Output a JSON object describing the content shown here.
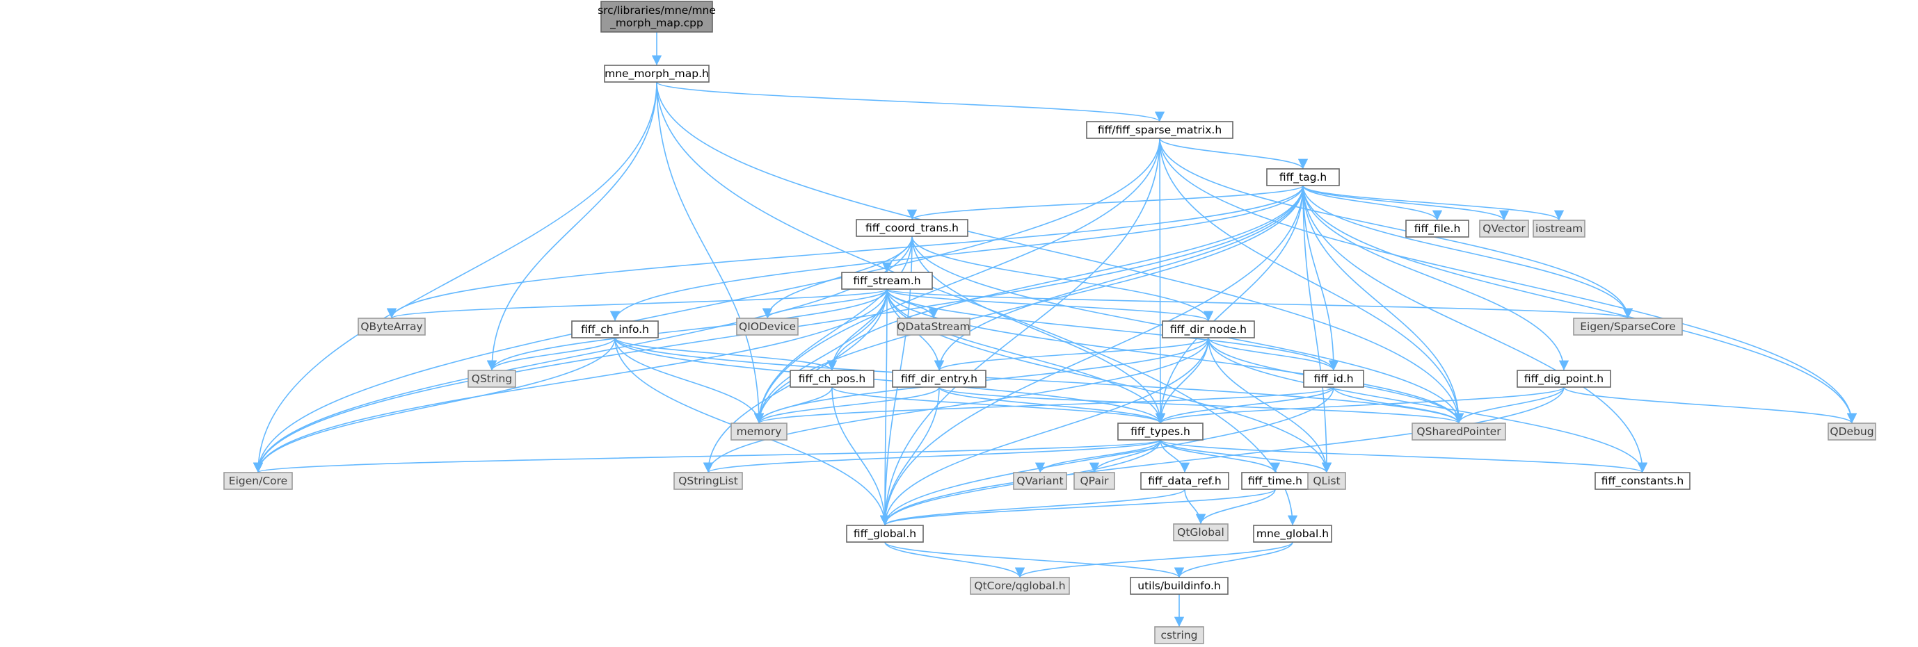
{
  "diagram": {
    "type": "include-dependency-graph",
    "nodes": [
      {
        "id": "root",
        "label": [
          "src/libraries/mne/mne",
          "_morph_map.cpp"
        ],
        "kind": "root"
      },
      {
        "id": "mne_morph_map_h",
        "label": [
          "mne_morph_map.h"
        ],
        "kind": "file"
      },
      {
        "id": "fiff_sparse_matrix_h",
        "label": [
          "fiff/fiff_sparse_matrix.h"
        ],
        "kind": "file"
      },
      {
        "id": "fiff_tag_h",
        "label": [
          "fiff_tag.h"
        ],
        "kind": "file"
      },
      {
        "id": "fiff_coord_trans_h",
        "label": [
          "fiff_coord_trans.h"
        ],
        "kind": "file"
      },
      {
        "id": "fiff_file_h",
        "label": [
          "fiff_file.h"
        ],
        "kind": "file"
      },
      {
        "id": "QVector",
        "label": [
          "QVector"
        ],
        "kind": "ext"
      },
      {
        "id": "iostream",
        "label": [
          "iostream"
        ],
        "kind": "ext"
      },
      {
        "id": "fiff_stream_h",
        "label": [
          "fiff_stream.h"
        ],
        "kind": "file"
      },
      {
        "id": "QByteArray",
        "label": [
          "QByteArray"
        ],
        "kind": "ext"
      },
      {
        "id": "QIODevice",
        "label": [
          "QIODevice"
        ],
        "kind": "ext"
      },
      {
        "id": "QDataStream",
        "label": [
          "QDataStream"
        ],
        "kind": "ext"
      },
      {
        "id": "Eigen_SparseCore",
        "label": [
          "Eigen/SparseCore"
        ],
        "kind": "ext"
      },
      {
        "id": "fiff_ch_info_h",
        "label": [
          "fiff_ch_info.h"
        ],
        "kind": "file"
      },
      {
        "id": "fiff_dir_node_h",
        "label": [
          "fiff_dir_node.h"
        ],
        "kind": "file"
      },
      {
        "id": "QString",
        "label": [
          "QString"
        ],
        "kind": "ext"
      },
      {
        "id": "fiff_ch_pos_h",
        "label": [
          "fiff_ch_pos.h"
        ],
        "kind": "file"
      },
      {
        "id": "fiff_dir_entry_h",
        "label": [
          "fiff_dir_entry.h"
        ],
        "kind": "file"
      },
      {
        "id": "fiff_id_h",
        "label": [
          "fiff_id.h"
        ],
        "kind": "file"
      },
      {
        "id": "fiff_dig_point_h",
        "label": [
          "fiff_dig_point.h"
        ],
        "kind": "file"
      },
      {
        "id": "memory",
        "label": [
          "memory"
        ],
        "kind": "ext"
      },
      {
        "id": "fiff_types_h",
        "label": [
          "fiff_types.h"
        ],
        "kind": "file"
      },
      {
        "id": "QSharedPointer",
        "label": [
          "QSharedPointer"
        ],
        "kind": "ext"
      },
      {
        "id": "QDebug",
        "label": [
          "QDebug"
        ],
        "kind": "ext"
      },
      {
        "id": "Eigen_Core",
        "label": [
          "Eigen/Core"
        ],
        "kind": "ext"
      },
      {
        "id": "QStringList",
        "label": [
          "QStringList"
        ],
        "kind": "ext"
      },
      {
        "id": "QVariant",
        "label": [
          "QVariant"
        ],
        "kind": "ext"
      },
      {
        "id": "QPair",
        "label": [
          "QPair"
        ],
        "kind": "ext"
      },
      {
        "id": "fiff_data_ref_h",
        "label": [
          "fiff_data_ref.h"
        ],
        "kind": "file"
      },
      {
        "id": "fiff_time_h",
        "label": [
          "fiff_time.h"
        ],
        "kind": "file"
      },
      {
        "id": "QList",
        "label": [
          "QList"
        ],
        "kind": "ext"
      },
      {
        "id": "fiff_constants_h",
        "label": [
          "fiff_constants.h"
        ],
        "kind": "file"
      },
      {
        "id": "QtGlobal",
        "label": [
          "QtGlobal"
        ],
        "kind": "ext"
      },
      {
        "id": "fiff_global_h",
        "label": [
          "fiff_global.h"
        ],
        "kind": "file"
      },
      {
        "id": "mne_global_h",
        "label": [
          "mne_global.h"
        ],
        "kind": "file"
      },
      {
        "id": "QtCore_qglobal_h",
        "label": [
          "QtCore/qglobal.h"
        ],
        "kind": "ext"
      },
      {
        "id": "utils_buildinfo_h",
        "label": [
          "utils/buildinfo.h"
        ],
        "kind": "file"
      },
      {
        "id": "cstring",
        "label": [
          "cstring"
        ],
        "kind": "ext"
      }
    ],
    "edges": [
      [
        "root",
        "mne_morph_map_h"
      ],
      [
        "mne_morph_map_h",
        "fiff_sparse_matrix_h"
      ],
      [
        "mne_morph_map_h",
        "memory"
      ],
      [
        "mne_morph_map_h",
        "QString"
      ],
      [
        "mne_morph_map_h",
        "Eigen_Core"
      ],
      [
        "mne_morph_map_h",
        "QSharedPointer"
      ],
      [
        "mne_morph_map_h",
        "mne_global_h"
      ],
      [
        "fiff_sparse_matrix_h",
        "fiff_tag_h"
      ],
      [
        "fiff_sparse_matrix_h",
        "fiff_types_h"
      ],
      [
        "fiff_sparse_matrix_h",
        "fiff_global_h"
      ],
      [
        "fiff_sparse_matrix_h",
        "Eigen_SparseCore"
      ],
      [
        "fiff_sparse_matrix_h",
        "Eigen_Core"
      ],
      [
        "fiff_sparse_matrix_h",
        "QSharedPointer"
      ],
      [
        "fiff_sparse_matrix_h",
        "QDebug"
      ],
      [
        "fiff_sparse_matrix_h",
        "memory"
      ],
      [
        "fiff_tag_h",
        "fiff_coord_trans_h"
      ],
      [
        "fiff_tag_h",
        "fiff_file_h"
      ],
      [
        "fiff_tag_h",
        "QVector"
      ],
      [
        "fiff_tag_h",
        "iostream"
      ],
      [
        "fiff_tag_h",
        "Eigen_SparseCore"
      ],
      [
        "fiff_tag_h",
        "QByteArray"
      ],
      [
        "fiff_tag_h",
        "fiff_ch_info_h"
      ],
      [
        "fiff_tag_h",
        "fiff_ch_pos_h"
      ],
      [
        "fiff_tag_h",
        "fiff_dir_entry_h"
      ],
      [
        "fiff_tag_h",
        "fiff_id_h"
      ],
      [
        "fiff_tag_h",
        "fiff_dig_point_h"
      ],
      [
        "fiff_tag_h",
        "fiff_types_h"
      ],
      [
        "fiff_tag_h",
        "fiff_constants_h"
      ],
      [
        "fiff_tag_h",
        "QSharedPointer"
      ],
      [
        "fiff_tag_h",
        "QDebug"
      ],
      [
        "fiff_tag_h",
        "QList"
      ],
      [
        "fiff_tag_h",
        "memory"
      ],
      [
        "fiff_tag_h",
        "Eigen_Core"
      ],
      [
        "fiff_tag_h",
        "fiff_global_h"
      ],
      [
        "fiff_coord_trans_h",
        "fiff_stream_h"
      ],
      [
        "fiff_coord_trans_h",
        "QIODevice"
      ],
      [
        "fiff_coord_trans_h",
        "fiff_dir_node_h"
      ],
      [
        "fiff_coord_trans_h",
        "fiff_types_h"
      ],
      [
        "fiff_coord_trans_h",
        "QSharedPointer"
      ],
      [
        "fiff_coord_trans_h",
        "memory"
      ],
      [
        "fiff_coord_trans_h",
        "Eigen_Core"
      ],
      [
        "fiff_coord_trans_h",
        "fiff_global_h"
      ],
      [
        "fiff_stream_h",
        "QByteArray"
      ],
      [
        "fiff_stream_h",
        "QIODevice"
      ],
      [
        "fiff_stream_h",
        "QDataStream"
      ],
      [
        "fiff_stream_h",
        "Eigen_SparseCore"
      ],
      [
        "fiff_stream_h",
        "fiff_dir_node_h"
      ],
      [
        "fiff_stream_h",
        "fiff_ch_pos_h"
      ],
      [
        "fiff_stream_h",
        "fiff_dir_entry_h"
      ],
      [
        "fiff_stream_h",
        "fiff_id_h"
      ],
      [
        "fiff_stream_h",
        "QString"
      ],
      [
        "fiff_stream_h",
        "memory"
      ],
      [
        "fiff_stream_h",
        "fiff_types_h"
      ],
      [
        "fiff_stream_h",
        "QSharedPointer"
      ],
      [
        "fiff_stream_h",
        "Eigen_Core"
      ],
      [
        "fiff_stream_h",
        "QStringList"
      ],
      [
        "fiff_stream_h",
        "QList"
      ],
      [
        "fiff_stream_h",
        "fiff_global_h"
      ],
      [
        "fiff_ch_info_h",
        "QString"
      ],
      [
        "fiff_ch_info_h",
        "fiff_ch_pos_h"
      ],
      [
        "fiff_ch_info_h",
        "memory"
      ],
      [
        "fiff_ch_info_h",
        "fiff_types_h"
      ],
      [
        "fiff_ch_info_h",
        "QSharedPointer"
      ],
      [
        "fiff_ch_info_h",
        "Eigen_Core"
      ],
      [
        "fiff_ch_info_h",
        "fiff_global_h"
      ],
      [
        "fiff_dir_node_h",
        "fiff_dir_entry_h"
      ],
      [
        "fiff_dir_node_h",
        "fiff_id_h"
      ],
      [
        "fiff_dir_node_h",
        "memory"
      ],
      [
        "fiff_dir_node_h",
        "fiff_types_h"
      ],
      [
        "fiff_dir_node_h",
        "QSharedPointer"
      ],
      [
        "fiff_dir_node_h",
        "QStringList"
      ],
      [
        "fiff_dir_node_h",
        "QList"
      ],
      [
        "fiff_dir_node_h",
        "fiff_constants_h"
      ],
      [
        "fiff_dir_node_h",
        "fiff_global_h"
      ],
      [
        "fiff_ch_pos_h",
        "memory"
      ],
      [
        "fiff_ch_pos_h",
        "fiff_types_h"
      ],
      [
        "fiff_ch_pos_h",
        "fiff_global_h"
      ],
      [
        "fiff_dir_entry_h",
        "memory"
      ],
      [
        "fiff_dir_entry_h",
        "fiff_types_h"
      ],
      [
        "fiff_dir_entry_h",
        "QSharedPointer"
      ],
      [
        "fiff_dir_entry_h",
        "fiff_global_h"
      ],
      [
        "fiff_id_h",
        "memory"
      ],
      [
        "fiff_id_h",
        "fiff_types_h"
      ],
      [
        "fiff_id_h",
        "QSharedPointer"
      ],
      [
        "fiff_id_h",
        "fiff_global_h"
      ],
      [
        "fiff_dig_point_h",
        "fiff_types_h"
      ],
      [
        "fiff_dig_point_h",
        "QSharedPointer"
      ],
      [
        "fiff_dig_point_h",
        "QDebug"
      ],
      [
        "fiff_dig_point_h",
        "fiff_global_h"
      ],
      [
        "fiff_types_h",
        "Eigen_Core"
      ],
      [
        "fiff_types_h",
        "QStringList"
      ],
      [
        "fiff_types_h",
        "QVariant"
      ],
      [
        "fiff_types_h",
        "QPair"
      ],
      [
        "fiff_types_h",
        "fiff_data_ref_h"
      ],
      [
        "fiff_types_h",
        "fiff_time_h"
      ],
      [
        "fiff_types_h",
        "QList"
      ],
      [
        "fiff_types_h",
        "fiff_constants_h"
      ],
      [
        "fiff_types_h",
        "fiff_global_h"
      ],
      [
        "fiff_data_ref_h",
        "QtGlobal"
      ],
      [
        "fiff_data_ref_h",
        "fiff_global_h"
      ],
      [
        "fiff_time_h",
        "QtGlobal"
      ],
      [
        "fiff_time_h",
        "fiff_global_h"
      ],
      [
        "fiff_global_h",
        "QtCore_qglobal_h"
      ],
      [
        "fiff_global_h",
        "utils_buildinfo_h"
      ],
      [
        "mne_global_h",
        "QtCore_qglobal_h"
      ],
      [
        "mne_global_h",
        "utils_buildinfo_h"
      ],
      [
        "utils_buildinfo_h",
        "cstring"
      ]
    ],
    "colors": {
      "edge": "#63b8ff",
      "node_border": "#666666",
      "ext_fill": "#e0e0e0",
      "root_fill": "#999999",
      "file_fill": "#ffffff"
    }
  }
}
